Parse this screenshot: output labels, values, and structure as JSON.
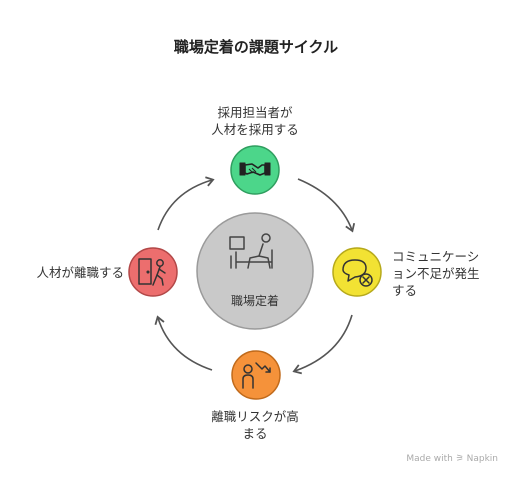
{
  "title": "職場定着の課題サイクル",
  "center": {
    "label": "職場定着",
    "icon": "person-at-desk-icon"
  },
  "nodes": [
    {
      "label_line1": "採用担当者が",
      "label_line2": "人材を採用する",
      "icon": "handshake-icon",
      "color": "#4cd68a"
    },
    {
      "label_line1": "コミュニケーシ",
      "label_line2": "ョン不足が発生",
      "label_line3": "する",
      "icon": "speech-bubble-x-icon",
      "color": "#f2e233"
    },
    {
      "label_line1": "離職リスクが高",
      "label_line2": "まる",
      "icon": "person-decline-icon",
      "color": "#f5923a"
    },
    {
      "label_line1": "人材が離職する",
      "icon": "person-exit-door-icon",
      "color": "#ec6e6e"
    }
  ],
  "colors": {
    "center_fill": "#c9c9c9",
    "center_stroke": "#9a9a9a",
    "arrow": "#555555"
  },
  "watermark": "Made with ⚞ Napkin"
}
